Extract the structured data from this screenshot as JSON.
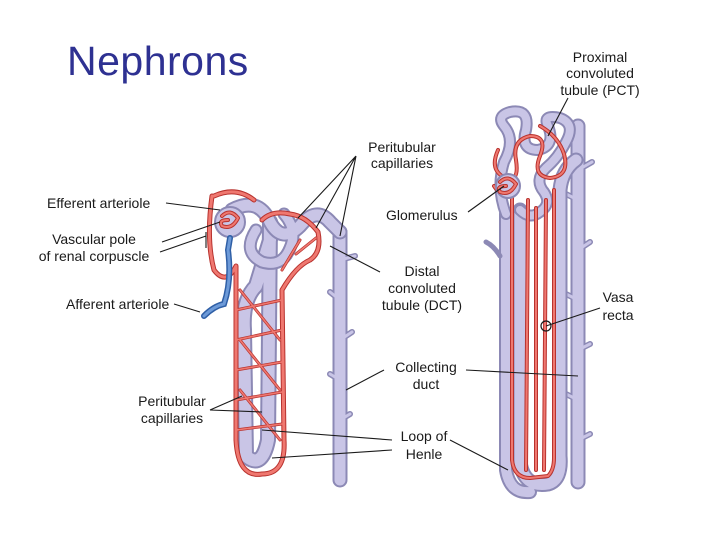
{
  "title": "Nephrons",
  "labels": {
    "pct_line1": "Proximal",
    "pct_line2": "convoluted",
    "pct_line3": "tubule (PCT)",
    "peritubular_top_line1": "Peritubular",
    "peritubular_top_line2": "capillaries",
    "efferent": "Efferent arteriole",
    "vascular_pole_line1": "Vascular pole",
    "vascular_pole_line2": "of renal corpuscle",
    "glomerulus": "Glomerulus",
    "dct_line1": "Distal",
    "dct_line2": "convoluted",
    "dct_line3": "tubule (DCT)",
    "afferent": "Afferent arteriole",
    "vasa_line1": "Vasa",
    "vasa_line2": "recta",
    "collecting_line1": "Collecting",
    "collecting_line2": "duct",
    "peritubular_bottom_line1": "Peritubular",
    "peritubular_bottom_line2": "capillaries",
    "loop_line1": "Loop of",
    "loop_line2": "Henle"
  },
  "colors": {
    "title": "#2e3192",
    "tubule": "#c9c5e6",
    "tubule_edge": "#8c89b5",
    "capillary": "#ef7870",
    "capillary_edge": "#b8322e",
    "afferent_vessel": "#4a7bc4"
  }
}
